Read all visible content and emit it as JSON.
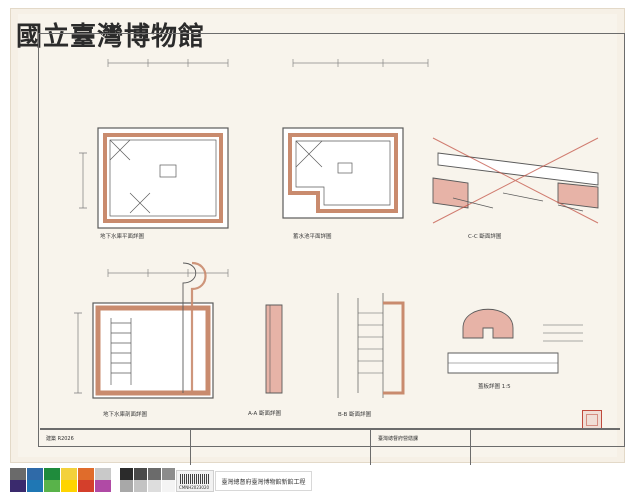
{
  "header": {
    "museum_stamp": "國立臺灣博物館"
  },
  "drawing": {
    "view_labels": [
      "地下水庫平面詳圖",
      "蓄水池平面詳圖",
      "A-A 斷面詳圖",
      "地下水庫剖面詳圖",
      "B-B 斷面詳圖",
      "C-C 斷面詳圖",
      "蓋板詳圖 1:5"
    ]
  },
  "title_block": {
    "left_note": "建築 R2026",
    "agency": "臺灣總督府營繕課"
  },
  "footer": {
    "barcode_text": "CMNH2023020",
    "caption": "臺灣總督府臺灣博物館新館工程"
  },
  "colors": {
    "paper": "#f6f0e6",
    "line": "#6c6c6c",
    "hatch": "#c98b6e",
    "red_mark": "#c04a3c",
    "pink_fill": "#e7b3a7"
  },
  "swatches": {
    "row1": [
      "#6a6a6a",
      "#2f6aa8",
      "#1f8b3c",
      "#f3d13b",
      "#e06c2b",
      "#c9c9c9"
    ],
    "row2": [
      "#3a2a6d",
      "#1f77b4",
      "#59b34a",
      "#ffd400",
      "#d43f2b",
      "#b04aa5"
    ]
  }
}
